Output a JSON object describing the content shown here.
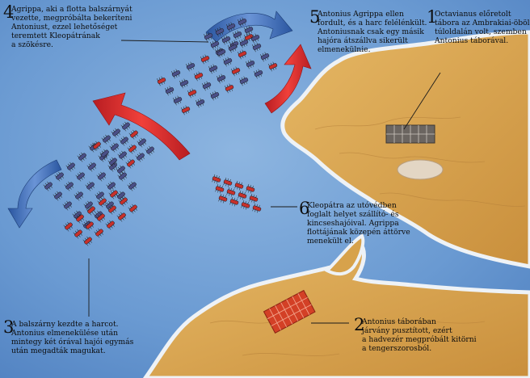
{
  "annotations": [
    {
      "number": "1",
      "lines": [
        "Octavianus előretolt",
        "tábora az Ambrakiai-öböl",
        "túloldalán volt, szemben",
        "Antonius táborával."
      ]
    },
    {
      "number": "2",
      "lines": [
        "Antonius táborában",
        "járvány pusztított, ezért",
        "a hadvezér megpróbált kitörni",
        "a tengerszorosból."
      ]
    },
    {
      "number": "3",
      "lines": [
        "A balszárny kezdte a harcot.",
        "Antonius elmenekülése után",
        "mintegy két órával hajói egymás",
        "után megadták magukat."
      ]
    },
    {
      "number": "4",
      "lines": [
        "Agrippa, aki a flotta balszárnyát",
        "vezette, megpróbálta bekeríteni",
        "Antoniust, ezzel lehetőséget",
        "teremtett Kleopátrának",
        "a szökésre."
      ]
    },
    {
      "number": "5",
      "lines": [
        "Antonius Agrippa ellen",
        "fordult, és a harc felélénkült.",
        "Antoniusnak csak egy másik",
        "hajóra átszállva sikerült",
        "elmenekülnie."
      ]
    },
    {
      "number": "6",
      "lines": [
        "Kleopátra az utóvédben",
        "foglalt helyet szállító- és",
        "kincseshajóival. Agrippa",
        "flottájának közepén áttörve",
        "menekült el."
      ]
    }
  ],
  "colors": {
    "sea": "#5f90cc",
    "land": "#d9a54c",
    "land_shadow": "#b98436",
    "shore": "#e8edf2",
    "blue_fleet": "#4a4f86",
    "red_fleet": "#c7312b",
    "arrow_red": "#d8262a",
    "arrow_blue": "#2f5fa8"
  },
  "icons": {
    "octavian_camp": "camp-grid-icon",
    "antony_camp": "camp-grid-icon"
  }
}
